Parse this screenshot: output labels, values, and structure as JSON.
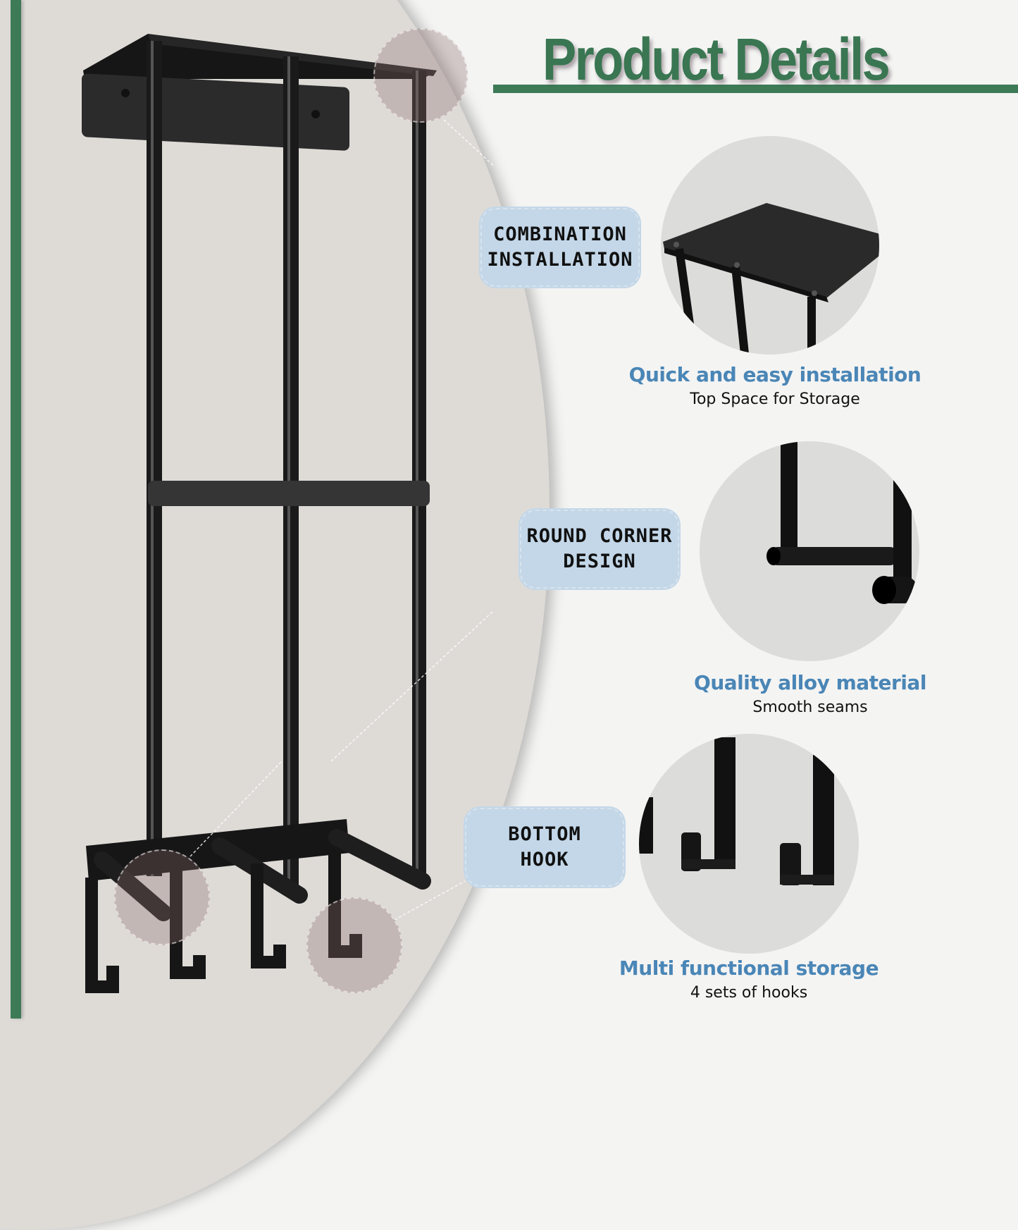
{
  "title": "Product Details",
  "colors": {
    "brand_green": "#3d7a56",
    "caption_blue": "#4a86b6",
    "badge_bg": "#c3d7e8",
    "left_panel_bg": "#dedbd7",
    "page_bg": "#f4f4f3"
  },
  "badges": [
    {
      "line1": "COMBINATION",
      "line2": "INSTALLATION"
    },
    {
      "line1": "ROUND CORNER",
      "line2": "DESIGN"
    },
    {
      "line1": "BOTTOM",
      "line2": "HOOK"
    }
  ],
  "features": [
    {
      "heading": "Quick and easy installation",
      "sub": "Top Space for Storage",
      "image": "top-shelf-closeup"
    },
    {
      "heading": "Quality alloy material",
      "sub": "Smooth seams",
      "image": "round-corner-rod-closeup"
    },
    {
      "heading": "Multi functional storage",
      "sub": "4 sets of hooks",
      "image": "bottom-hooks-closeup"
    }
  ],
  "product": {
    "name": "black wall-mounted metal rack with top shelf and bottom hooks"
  }
}
